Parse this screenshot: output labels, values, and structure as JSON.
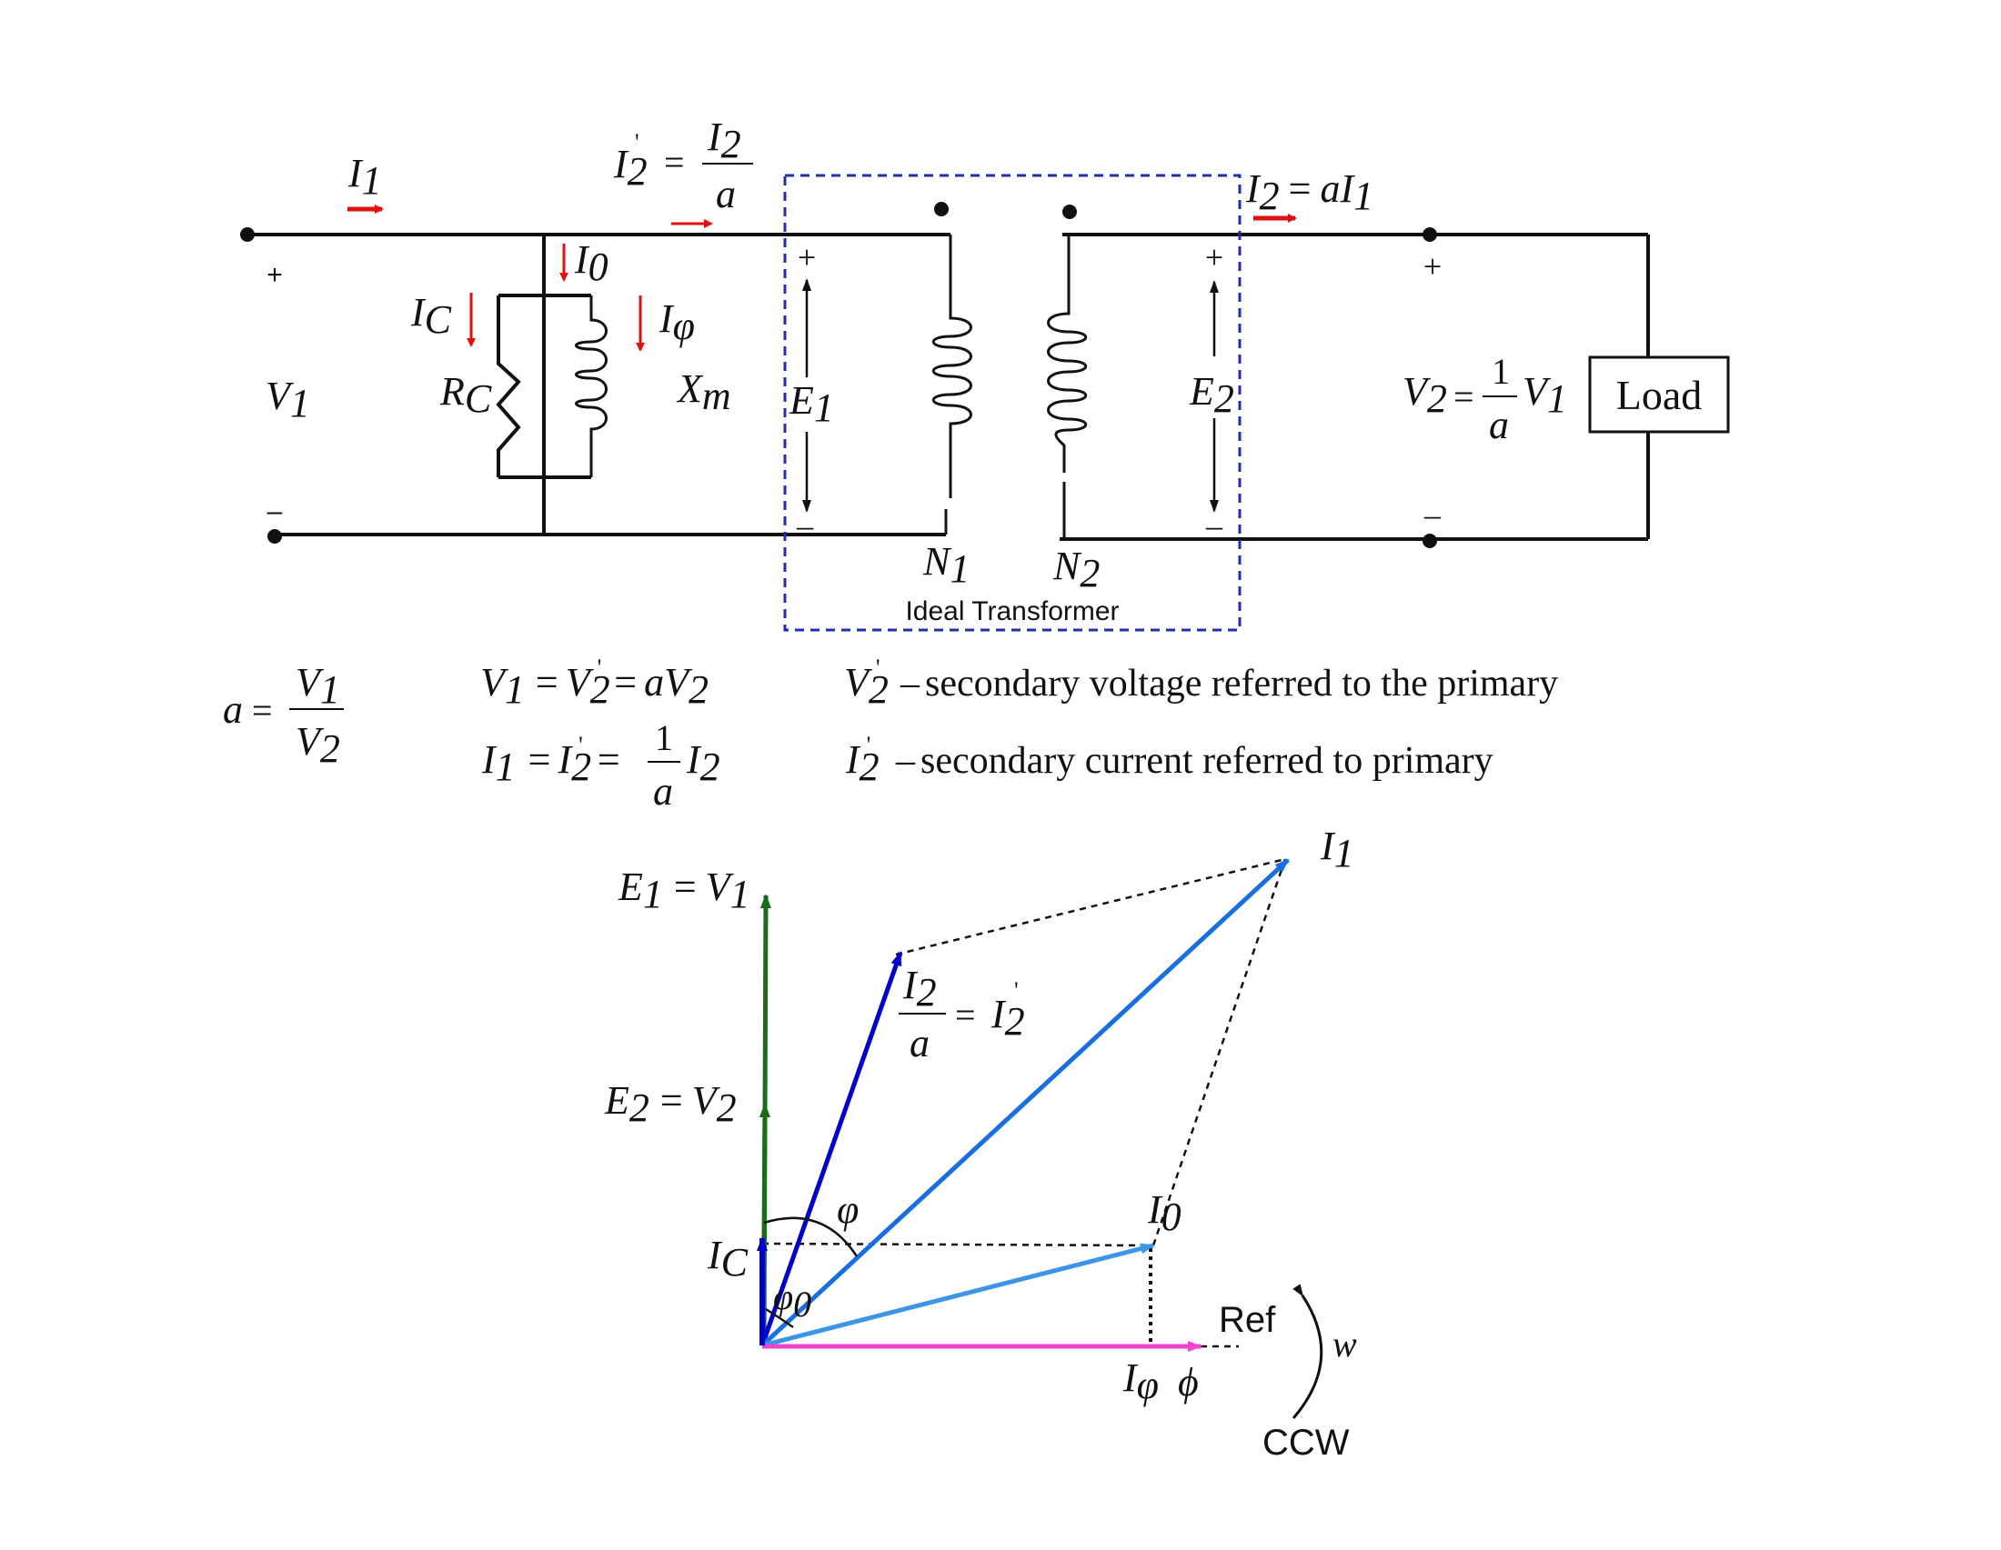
{
  "circuit": {
    "plus": "+",
    "minus": "–",
    "I": "I",
    "V": "V",
    "E": "E",
    "N": "N",
    "R": "R",
    "X": "X",
    "a": "a",
    "one": "1",
    "two": "2",
    "zero": "0",
    "prime": "'",
    "eq": "=",
    "sub_C": "C",
    "sub_m": "m",
    "sub_phi": "φ",
    "load": "Load",
    "ideal_label": "Ideal Transformer"
  },
  "equations": {
    "def_primary": "secondary voltage referred to the primary",
    "def_current": "secondary current referred to primary",
    "dash": "–"
  },
  "phasor": {
    "phi_angle": "φ",
    "phi_flux": "ϕ",
    "w": "w",
    "ref": "Ref",
    "ccw": "CCW"
  },
  "colors": {
    "wire": "#111111",
    "current_arrow": "#e01010",
    "box_dash": "#1f2fb0",
    "green": "#1a6b1a",
    "navy": "#0000cc",
    "blue_i1": "#1a6fe0",
    "blue_i0": "#3c95e6",
    "magenta": "#ee44cc"
  }
}
